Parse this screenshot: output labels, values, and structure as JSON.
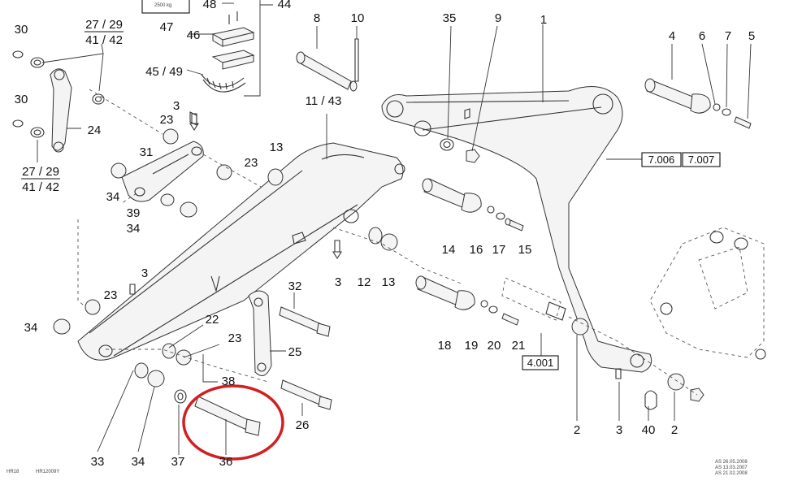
{
  "labels": {
    "p1": "1",
    "p2a": "2",
    "p2b": "2",
    "p3a": "3",
    "p3b": "3",
    "p3c": "3",
    "p3d": "3",
    "p4": "4",
    "p5": "5",
    "p6": "6",
    "p7": "7",
    "p8": "8",
    "p9": "9",
    "p10": "10",
    "p11_43": "11 / 43",
    "p12": "12",
    "p13a": "13",
    "p13b": "13",
    "p14": "14",
    "p15": "15",
    "p16": "16",
    "p17": "17",
    "p18": "18",
    "p19": "19",
    "p20": "20",
    "p21": "21",
    "p22": "22",
    "p23a": "23",
    "p23b": "23",
    "p23c": "23",
    "p23d": "23",
    "p24": "24",
    "p25": "25",
    "p26": "26",
    "p30a": "30",
    "p30b": "30",
    "p31": "31",
    "p32": "32",
    "p33": "33",
    "p34a": "34",
    "p34b": "34",
    "p34c": "34",
    "p34d": "34",
    "p35": "35",
    "p36": "36",
    "p37": "37",
    "p38": "38",
    "p39": "39",
    "p40": "40",
    "p44": "44",
    "p45_49": "45 / 49",
    "p46": "46",
    "p47": "47",
    "p48": "48",
    "p27_29_a": "27 / 29",
    "p41_42_a": "41 / 42",
    "p27_29_b": "27 / 29",
    "p41_42_b": "41 / 42"
  },
  "boxes": {
    "ref_7006": "7.006",
    "ref_7007": "7.007",
    "ref_4001": "4.001"
  },
  "plate_text": "2500 kg",
  "footer": {
    "left_code_1": "HR18",
    "left_code_2": "HR12009Y",
    "dates": [
      "AS 26.05.2008",
      "AS 13.03.2007",
      "AS 21.02.2008"
    ]
  },
  "highlight": {
    "target": "36",
    "color": "#d21f1f"
  }
}
